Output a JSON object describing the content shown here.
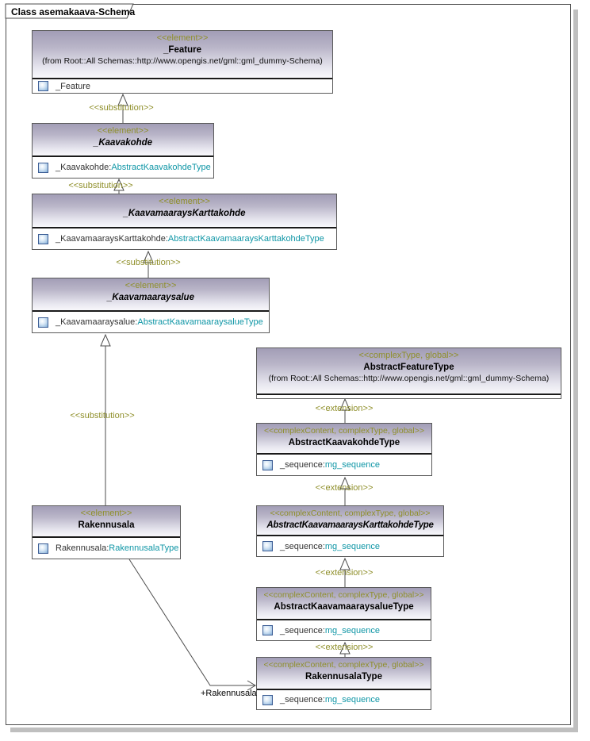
{
  "frame_title": "Class asemakaava-Schema",
  "labels": {
    "substitution": "<<substitution>>",
    "extension": "<<extension>>",
    "association_role": "+Rakennusala"
  },
  "nodes": [
    {
      "stereotype": "<<element>>",
      "name": "_Feature",
      "from": "(from Root::All Schemas::http://www.opengis.net/gml::gml_dummy-Schema)",
      "attr_name": "_Feature",
      "attr_sep": "",
      "attr_type": ""
    },
    {
      "stereotype": "<<element>>",
      "name": "_Kaavakohde",
      "attr_name": "_Kaavakohde",
      "attr_sep": ":",
      "attr_type": "AbstractKaavakohdeType"
    },
    {
      "stereotype": "<<element>>",
      "name": "_KaavamaaraysKarttakohde",
      "attr_name": "_KaavamaaraysKarttakohde",
      "attr_sep": ":",
      "attr_type": "AbstractKaavamaaraysKarttakohdeType"
    },
    {
      "stereotype": "<<element>>",
      "name": "_Kaavamaaraysalue",
      "attr_name": "_Kaavamaaraysalue",
      "attr_sep": ":",
      "attr_type": "AbstractKaavamaaraysalueType"
    },
    {
      "stereotype": "<<element>>",
      "name": "Rakennusala",
      "attr_name": "Rakennusala",
      "attr_sep": ":",
      "attr_type": "RakennusalaType"
    },
    {
      "stereotype": "<<complexType, global>>",
      "name": "AbstractFeatureType",
      "from": "(from Root::All Schemas::http://www.opengis.net/gml::gml_dummy-Schema)"
    },
    {
      "stereotype": "<<complexContent, complexType, global>>",
      "name": "AbstractKaavakohdeType",
      "attr_name": "_sequence",
      "attr_sep": ":",
      "attr_type": "mg_sequence"
    },
    {
      "stereotype": "<<complexContent, complexType, global>>",
      "name": "AbstractKaavamaaraysKarttakohdeType",
      "attr_name": "_sequence",
      "attr_sep": ":",
      "attr_type": "mg_sequence"
    },
    {
      "stereotype": "<<complexContent, complexType, global>>",
      "name": "AbstractKaavamaaraysalueType",
      "attr_name": "_sequence",
      "attr_sep": ":",
      "attr_type": "mg_sequence"
    },
    {
      "stereotype": "<<complexContent, complexType, global>>",
      "name": "RakennusalaType",
      "attr_name": "_sequence",
      "attr_sep": ":",
      "attr_type": "mg_sequence"
    }
  ],
  "icons": {
    "attribute_icon": "blue beveled square (attribute marker)"
  },
  "colors": {
    "stereotype_text": "#8f8f2a",
    "type_reference_text": "#0f96a6",
    "header_gradient_top": "#a29db6",
    "header_gradient_bottom": "#f8f8fb",
    "box_border": "#5a5a5a",
    "connector_line": "#4d4d4d",
    "frame_shadow": "#bfbfbf",
    "background": "#ffffff"
  }
}
